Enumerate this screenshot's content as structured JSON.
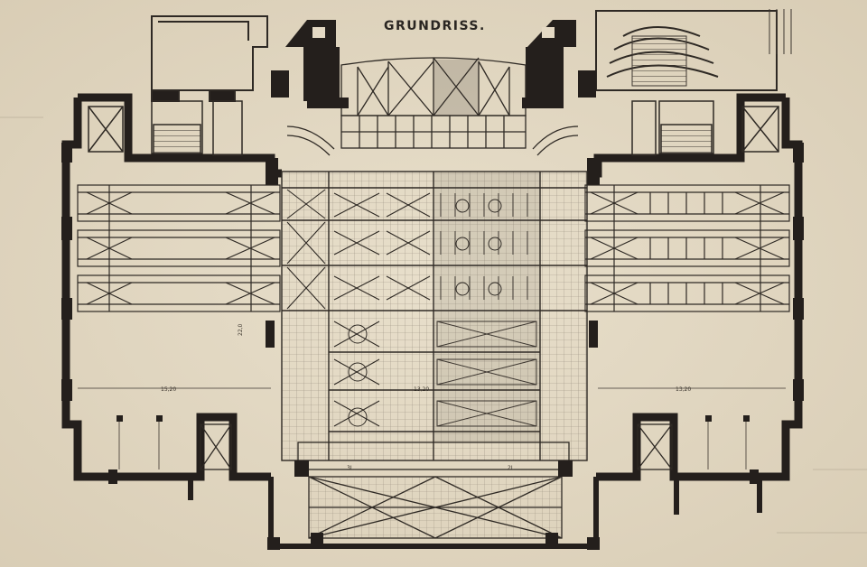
{
  "drawing": {
    "title": "GRUNDRISS.",
    "dimensions": {
      "left_vertical": "22,0",
      "left_hall": "15,20",
      "center_hall": "13,20",
      "right_hall": "13,20"
    },
    "markers": {
      "left_lower": "3L",
      "right_lower": "2L"
    },
    "colors": {
      "paper": "#e4d9c4",
      "ink": "#1f1b18",
      "wall": "#241f1c",
      "line": "#4a423a"
    }
  }
}
